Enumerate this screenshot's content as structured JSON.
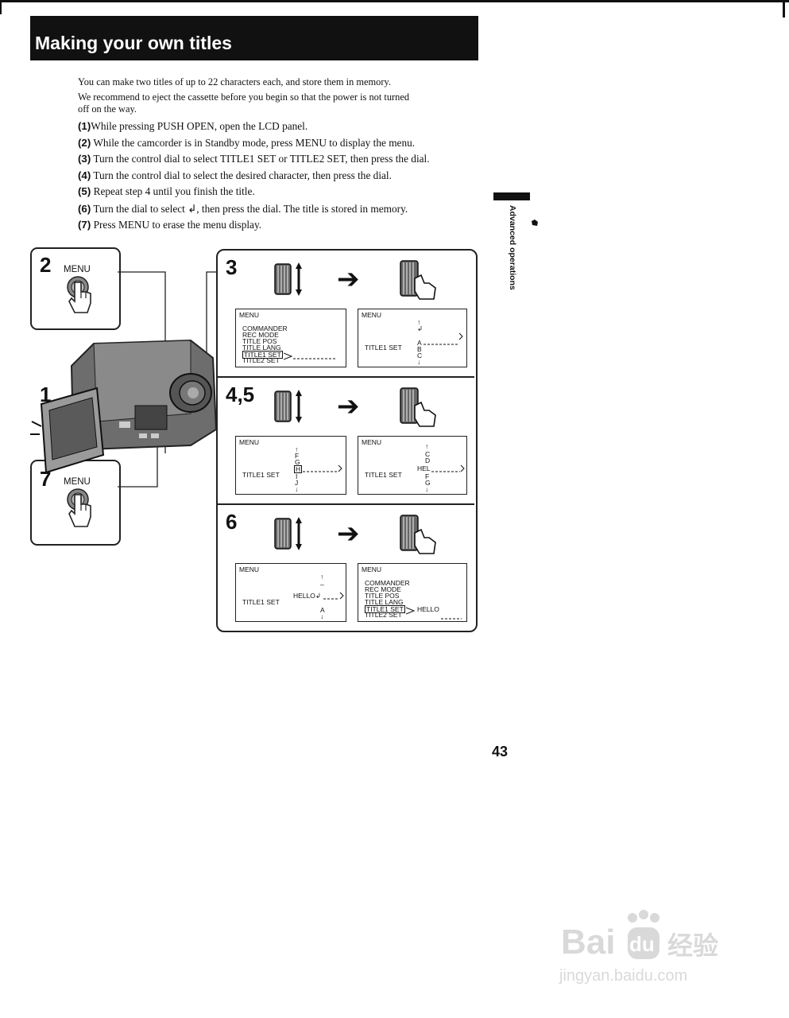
{
  "header": {
    "title": "Making your own titles"
  },
  "intro": [
    "You can make two titles of up to 22 characters each, and store them in memory.",
    "We recommend to eject the cassette before you begin so that the power is not turned",
    "off on the way."
  ],
  "steps": [
    {
      "num": "(1)",
      "text": "While pressing PUSH OPEN, open the LCD panel."
    },
    {
      "num": "(2)",
      "text": " While the camcorder is in Standby mode, press MENU to display the menu."
    },
    {
      "num": "(3)",
      "text": " Turn the control dial to select TITLE1 SET or TITLE2 SET, then press the dial."
    },
    {
      "num": "(4)",
      "text": " Turn the control dial to select the desired character, then press the dial."
    },
    {
      "num": "(5)",
      "text": " Repeat step 4 until you finish the title."
    },
    {
      "num": "(6)",
      "text": " Turn the dial to select ↲, then press the dial.  The title is stored in memory."
    },
    {
      "num": "(7)",
      "text": " Press MENU to erase the menu display."
    }
  ],
  "side_tab": "Advanced operations",
  "figure": {
    "callout_2": {
      "num": "2",
      "label": "MENU"
    },
    "callout_1": {
      "num": "1"
    },
    "callout_7": {
      "num": "7",
      "label": "MENU"
    },
    "panels": [
      {
        "num": "3",
        "screen_a": {
          "title": "MENU",
          "items": [
            "COMMANDER",
            "REC MODE",
            "TITLE POS",
            "TITLE LANG",
            "TITLE1 SET",
            "TITLE2 SET"
          ]
        },
        "screen_b": {
          "title": "MENU",
          "label": "TITLE1 SET",
          "chars": [
            "↑",
            "↲",
            "A",
            "B",
            "C",
            "↓"
          ]
        }
      },
      {
        "num": "4,5",
        "screen_a": {
          "title": "MENU",
          "label": "TITLE1 SET",
          "chars": [
            "↑",
            "F",
            "G",
            "H",
            "I",
            "J",
            "↓"
          ]
        },
        "screen_b": {
          "title": "MENU",
          "label": "TITLE1 SET",
          "entered": "HEL",
          "chars": [
            "↑",
            "C",
            "D",
            "E",
            "F",
            "G",
            "↓"
          ]
        }
      },
      {
        "num": "6",
        "screen_a": {
          "title": "MENU",
          "label": "TITLE1 SET",
          "entered": "HELLO↲",
          "chars": [
            "↑",
            "–",
            "A",
            "↓"
          ]
        },
        "screen_b": {
          "title": "MENU",
          "items": [
            "COMMANDER",
            "REC MODE",
            "TITLE POS",
            "TITLE LANG",
            "TITLE1 SET",
            "TITLE2 SET"
          ],
          "result": "HELLO"
        }
      }
    ]
  },
  "page_number": "43",
  "watermark": {
    "line1": "Bai",
    "line1b": "du",
    "line1c": "经验",
    "line2": "jingyan.baidu.com"
  }
}
